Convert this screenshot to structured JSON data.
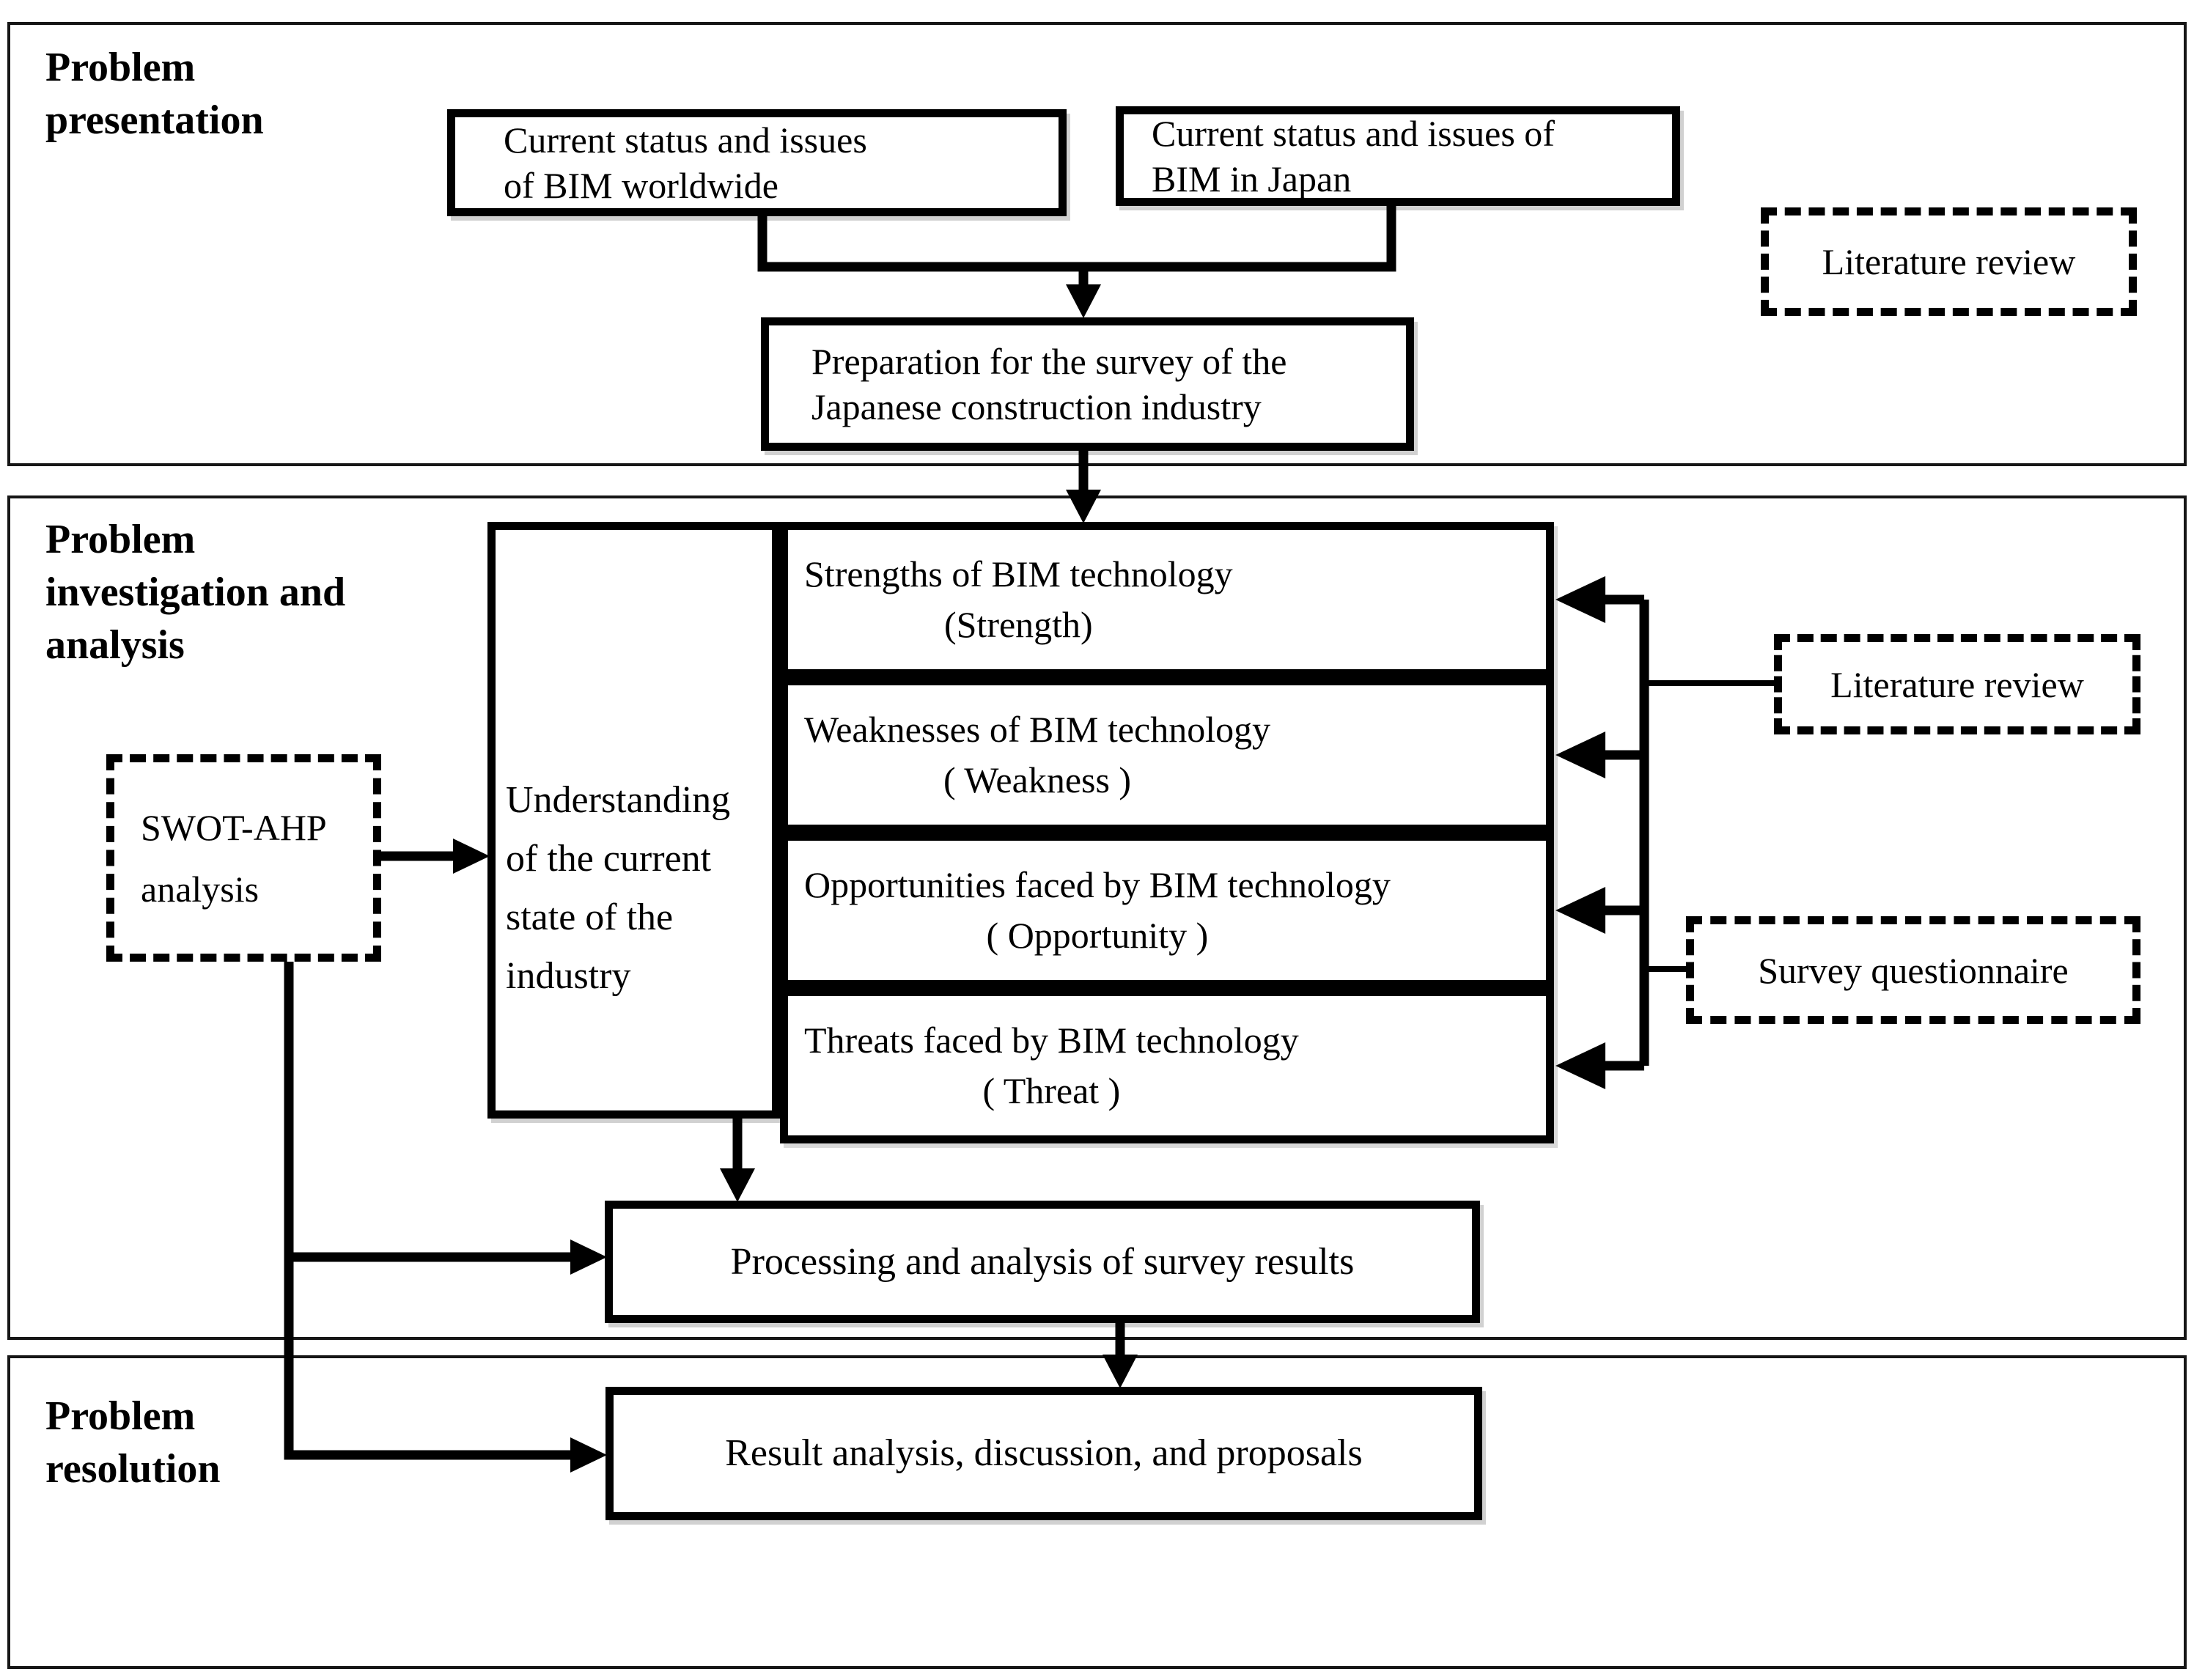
{
  "figure": {
    "title": "Research framework flowchart",
    "background_color": "#ffffff",
    "line_color": "#000000"
  },
  "sections": {
    "presentation": {
      "label": "Problem\npresentation"
    },
    "investigation": {
      "label": "Problem\ninvestigation and\nanalysis"
    },
    "resolution": {
      "label": "Problem\nresolution"
    }
  },
  "boxes": {
    "bim_worldwide": "Current status and issues\nof BIM worldwide",
    "bim_japan": "Current status and issues of\nBIM in Japan",
    "literature_review_top": "Literature review",
    "preparation": "Preparation for the survey of the\nJapanese construction industry",
    "swot_ahp": "SWOT-AHP\nanalysis",
    "understanding": "Understanding\nof the current\nstate of the\nindustry",
    "swot_rows": [
      {
        "title": "Strengths of BIM technology",
        "term": "(Strength)"
      },
      {
        "title": "Weaknesses of BIM technology",
        "term": "( Weakness )"
      },
      {
        "title": "Opportunities faced by BIM technology",
        "term": "( Opportunity )"
      },
      {
        "title": "Threats faced by BIM technology",
        "term": "( Threat )"
      }
    ],
    "literature_review_mid": "Literature review",
    "survey_questionnaire": "Survey questionnaire",
    "processing": "Processing and analysis of survey results",
    "result": "Result analysis, discussion, and proposals"
  }
}
